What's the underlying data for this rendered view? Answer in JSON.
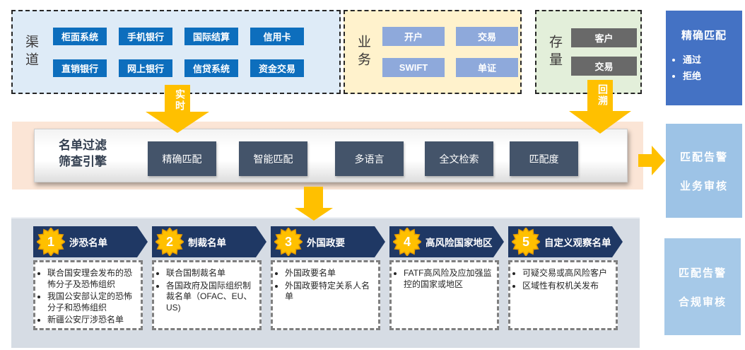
{
  "channels": {
    "label": "渠道",
    "items": [
      "柜面系统",
      "手机银行",
      "国际结算",
      "信用卡",
      "直销银行",
      "网上银行",
      "信贷系统",
      "资金交易"
    ]
  },
  "business": {
    "label": "业务",
    "items": [
      "开户",
      "交易",
      "SWIFT",
      "单证"
    ]
  },
  "stock": {
    "label": "存量",
    "items": [
      "客户",
      "交易"
    ]
  },
  "flows": {
    "realtime": "实时",
    "backtrack": "回溯"
  },
  "engine": {
    "title_line1": "名单过滤",
    "title_line2": "筛查引擎",
    "features": [
      "精确匹配",
      "智能匹配",
      "多语言",
      "全文检索",
      "匹配度"
    ]
  },
  "outcomes": {
    "exact": {
      "title": "精确匹配",
      "bullets": [
        "通过",
        "拒绝"
      ]
    },
    "business_review": {
      "line1": "匹配告警",
      "line2": "业务审核"
    },
    "compliance_review": {
      "line1": "匹配告警",
      "line2": "合规审核"
    }
  },
  "watchlists": [
    {
      "num": "1",
      "title": "涉恐名单",
      "bullets": [
        "联合国安理会发布的恐怖分子及恐怖组织",
        "我国公安部认定的恐怖分子和恐怖组织",
        "新疆公安厅涉恐名单"
      ]
    },
    {
      "num": "2",
      "title": "制裁名单",
      "bullets": [
        "联合国制裁名单",
        "各国政府及国际组织制裁名单（OFAC、EU、US)"
      ]
    },
    {
      "num": "3",
      "title": "外国政要",
      "bullets": [
        "外国政要名单",
        "外国政要特定关系人名单"
      ]
    },
    {
      "num": "4",
      "title": "高风险国家地区",
      "bullets": [
        "FATF高风险及应加强监控的国家或地区"
      ]
    },
    {
      "num": "5",
      "title": "自定义观察名单",
      "bullets": [
        "可疑交易或高风险客户",
        "区域性有权机关发布"
      ]
    }
  ],
  "colors": {
    "arrow": "#FFC000",
    "channel_chip": "#0D6EBD",
    "business_chip": "#8EA9DB",
    "stock_chip": "#696969",
    "engine_chip": "#44546A",
    "banner": "#1F3864",
    "outcome_exact": "#4472C4",
    "outcome_review": "#9DC3E6",
    "band": "#FBE5D6",
    "lists_bg": "#D6DCE4"
  }
}
